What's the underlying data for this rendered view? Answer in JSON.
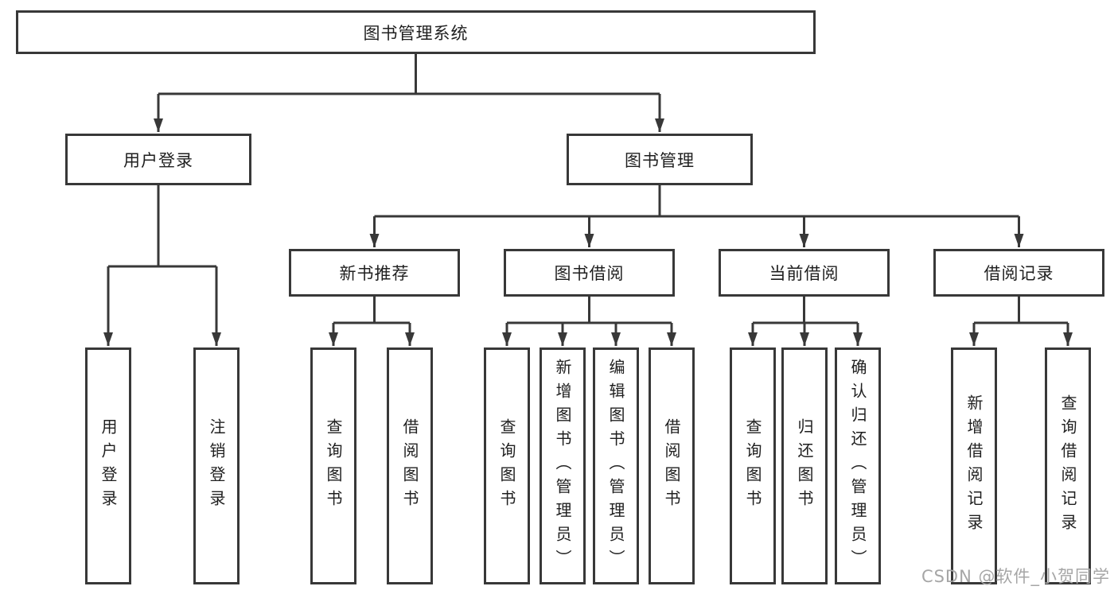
{
  "style": {
    "background": "#ffffff",
    "line_color": "#383838",
    "box_border_color": "#383838",
    "text_color": "#1f1f1f",
    "watermark_color": "#a6a6a6"
  },
  "tree": {
    "root": {
      "label": "图书管理系统"
    },
    "branches": [
      {
        "label": "用户登录",
        "children": [
          {
            "label": "用户登录"
          },
          {
            "label": "注销登录"
          }
        ]
      },
      {
        "label": "图书管理",
        "groups": [
          {
            "label": "新书推荐",
            "children": [
              {
                "label": "查询图书"
              },
              {
                "label": "借阅图书"
              }
            ]
          },
          {
            "label": "图书借阅",
            "children": [
              {
                "label": "查询图书"
              },
              {
                "label": "新增图书（管理员）"
              },
              {
                "label": "编辑图书（管理员）"
              },
              {
                "label": "借阅图书"
              }
            ]
          },
          {
            "label": "当前借阅",
            "children": [
              {
                "label": "查询图书"
              },
              {
                "label": "归还图书"
              },
              {
                "label": "确认归还（管理员）"
              }
            ]
          },
          {
            "label": "借阅记录",
            "children": [
              {
                "label": "新增借阅记录"
              },
              {
                "label": "查询借阅记录"
              }
            ]
          }
        ]
      }
    ]
  },
  "watermark": {
    "text": "CSDN @软件_小贺同学"
  }
}
